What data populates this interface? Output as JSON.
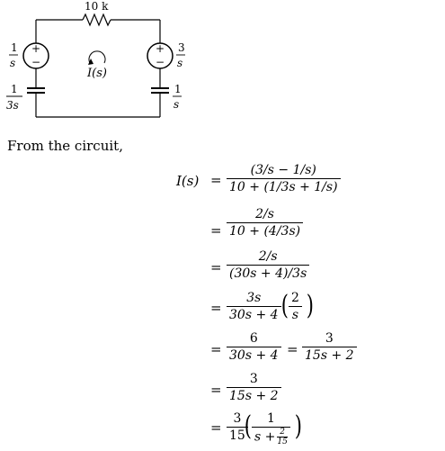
{
  "circuit": {
    "resistor_label": "10 k",
    "current_label": "I(s)",
    "left_source": {
      "num": "1",
      "den": "s"
    },
    "left_capacitor": {
      "num": "1",
      "den": "3s"
    },
    "right_source": {
      "num": "3",
      "den": "s"
    },
    "right_capacitor": {
      "num": "1",
      "den": "s"
    },
    "plus_sign": "+",
    "minus_sign": "−"
  },
  "text": {
    "intro": "From the circuit,"
  },
  "equations": {
    "lhs": "I(s)",
    "eq_sign": "=",
    "step1": {
      "num": "(3/s − 1/s)",
      "den": "10 + (1/3s + 1/s)"
    },
    "step2": {
      "num": "2/s",
      "den": "10 + (4/3s)"
    },
    "step3": {
      "num": "2/s",
      "den": "(30s + 4)/3s"
    },
    "step4": {
      "num": "3s",
      "den": "30s + 4",
      "pnum": "2",
      "pden": "s"
    },
    "step5": {
      "num": "6",
      "den": "30s + 4",
      "num2": "3",
      "den2": "15s + 2"
    },
    "step6": {
      "num": "3",
      "den": "15s + 2"
    },
    "step7": {
      "num": "3",
      "den": "15",
      "pnum": "1",
      "pden_base": "s +",
      "sub_num": "2",
      "sub_den": "15"
    }
  }
}
